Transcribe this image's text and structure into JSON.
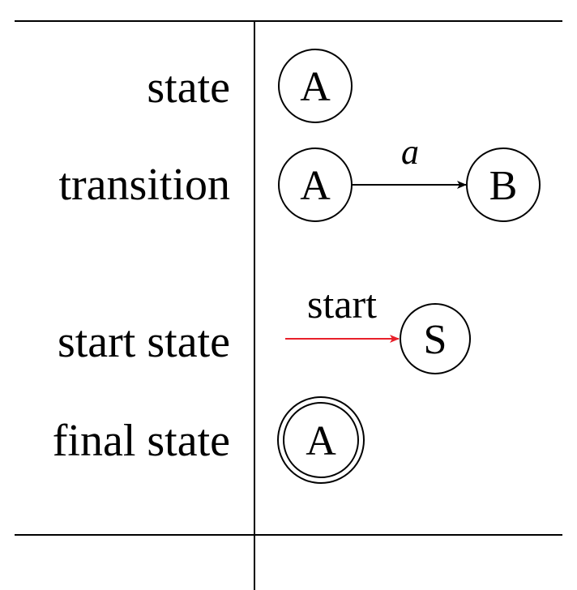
{
  "rows": [
    {
      "label": "state",
      "diagram": {
        "state": "A"
      }
    },
    {
      "label": "transition",
      "diagram": {
        "from": "A",
        "to": "B",
        "symbol": "a"
      }
    },
    {
      "label": "start state",
      "diagram": {
        "arrow_label": "start",
        "state": "S",
        "arrow_color": "#e8202a"
      }
    },
    {
      "label": "final state",
      "diagram": {
        "state": "A"
      }
    }
  ]
}
